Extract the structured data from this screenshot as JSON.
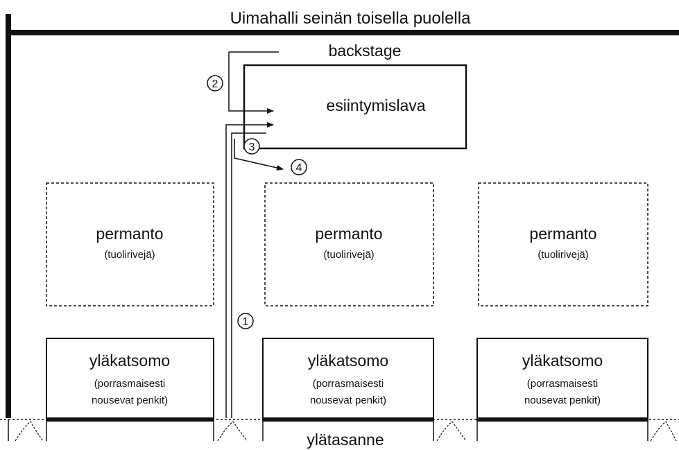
{
  "top_wall_label": "Uimahalli seinän toisella puolella",
  "backstage_label": "backstage",
  "stage_label": "esiintymislava",
  "floor_sections": [
    {
      "title": "permanto",
      "subtitle": "(tuolirivejä)"
    },
    {
      "title": "permanto",
      "subtitle": "(tuolirivejä)"
    },
    {
      "title": "permanto",
      "subtitle": "(tuolirivejä)"
    }
  ],
  "upper_stands": [
    {
      "title": "yläkatsomo",
      "line1": "(porrasmaisesti",
      "line2": "nousevat penkit)"
    },
    {
      "title": "yläkatsomo",
      "line1": "(porrasmaisesti",
      "line2": "nousevat penkit)"
    },
    {
      "title": "yläkatsomo",
      "line1": "(porrasmaisesti",
      "line2": "nousevat penkit)"
    }
  ],
  "landing_label": "ylätasanne",
  "markers": [
    "1",
    "2",
    "3",
    "4"
  ]
}
